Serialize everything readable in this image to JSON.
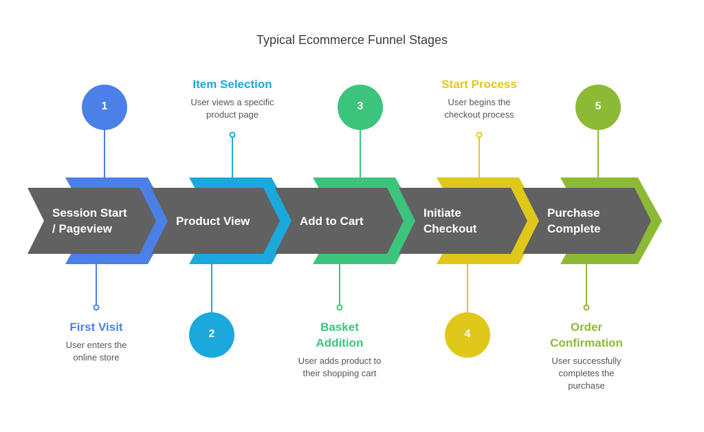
{
  "title": "Typical Ecommerce Funnel Stages",
  "stages": [
    {
      "number": "1",
      "label_line1": "Session Start",
      "label_line2": "/ Pageview",
      "heading": "First Visit",
      "desc_line1": "User enters the",
      "desc_line2": "online store",
      "color": "#4a80e8"
    },
    {
      "number": "2",
      "label_line1": "Product View",
      "label_line2": "",
      "heading": "Item Selection",
      "desc_line1": "User views a specific",
      "desc_line2": "product page",
      "color": "#1ba8dc"
    },
    {
      "number": "3",
      "label_line1": "Add to Cart",
      "label_line2": "",
      "heading": "Basket Addition",
      "desc_line1": "User adds product to",
      "desc_line2": "their shopping cart",
      "color": "#3cc47c"
    },
    {
      "number": "4",
      "label_line1": "Initiate",
      "label_line2": "Checkout",
      "heading": "Start Process",
      "desc_line1": "User begins the",
      "desc_line2": "checkout process",
      "color": "#dfc81a"
    },
    {
      "number": "5",
      "label_line1": "Purchase",
      "label_line2": "Complete",
      "heading": "Order Confirmation",
      "desc_line1": "User successfully",
      "desc_line2": "completes the purchase",
      "color": "#8dba34"
    }
  ],
  "arrow_body_color": "#616161"
}
